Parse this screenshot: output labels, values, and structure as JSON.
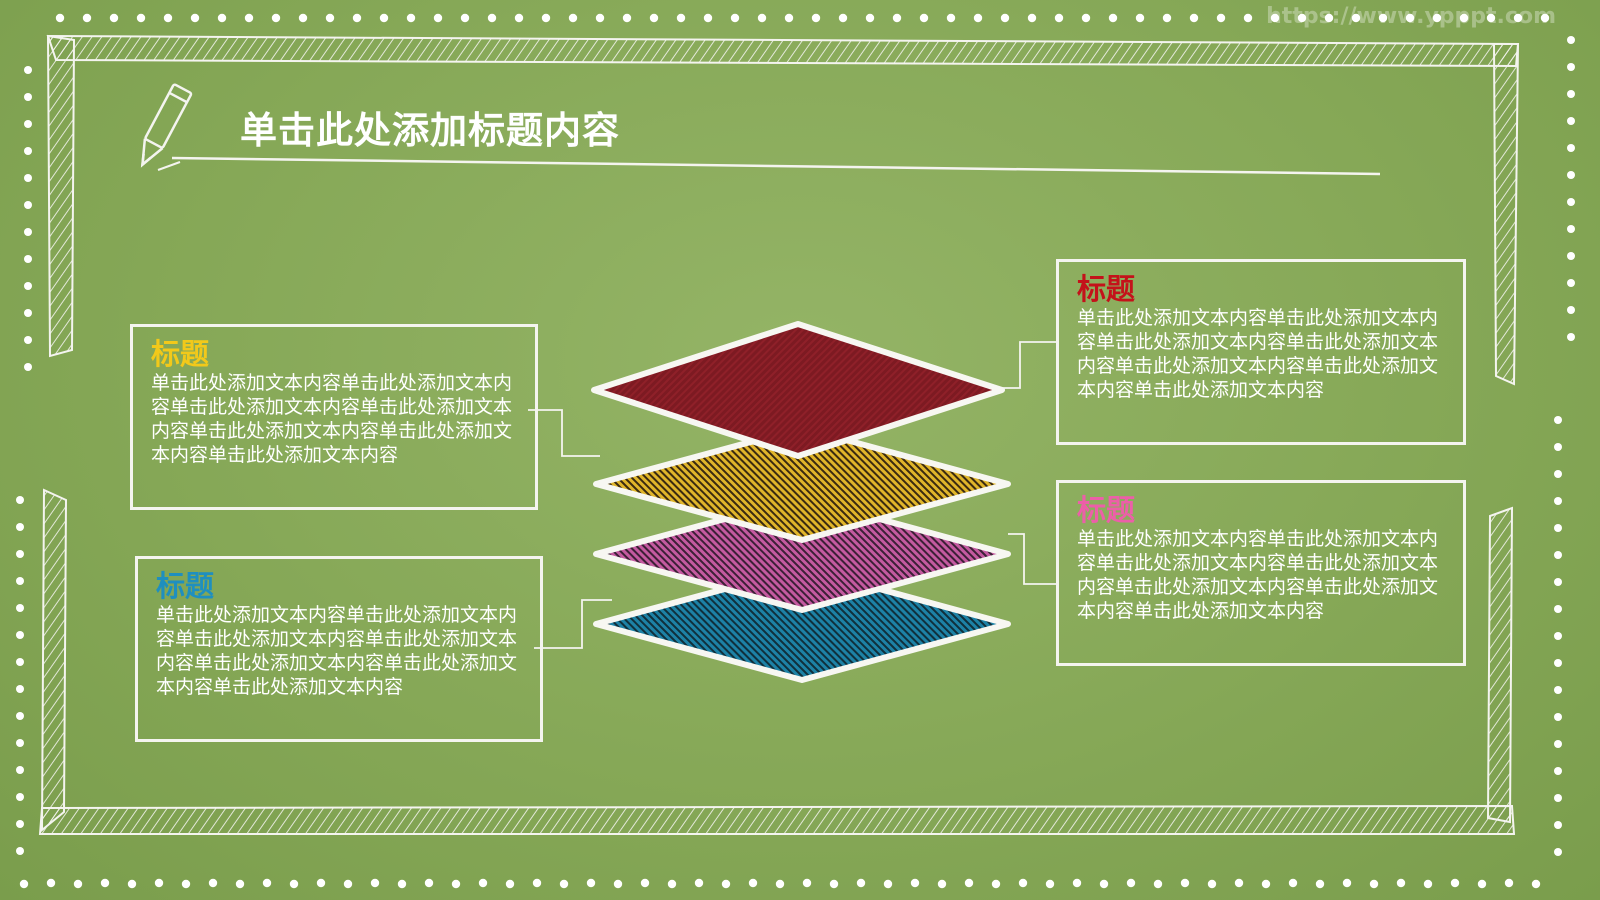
{
  "slide": {
    "title": "单击此处添加标题内容",
    "watermark": "https://www.ypppt.com"
  },
  "boxes": [
    {
      "id": "top-left",
      "heading": "标题",
      "heading_color": "#f2c91a",
      "body": "单击此处添加文本内容单击此处添加文本内容单击此处添加文本内容单击此处添加文本内容单击此处添加文本内容单击此处添加文本内容单击此处添加文本内容"
    },
    {
      "id": "bottom-left",
      "heading": "标题",
      "heading_color": "#1f8fbf",
      "body": "单击此处添加文本内容单击此处添加文本内容单击此处添加文本内容单击此处添加文本内容单击此处添加文本内容单击此处添加文本内容单击此处添加文本内容"
    },
    {
      "id": "top-right",
      "heading": "标题",
      "heading_color": "#c4121a",
      "body": "单击此处添加文本内容单击此处添加文本内容单击此处添加文本内容单击此处添加文本内容单击此处添加文本内容单击此处添加文本内容单击此处添加文本内容"
    },
    {
      "id": "bottom-right",
      "heading": "标题",
      "heading_color": "#ec5fa8",
      "body": "单击此处添加文本内容单击此处添加文本内容单击此处添加文本内容单击此处添加文本内容单击此处添加文本内容单击此处添加文本内容单击此处添加文本内容"
    }
  ],
  "layers": [
    {
      "name": "layer-top",
      "color": "#7d1a22"
    },
    {
      "name": "layer-second",
      "color": "#e0b52a"
    },
    {
      "name": "layer-third",
      "color": "#c45aa0"
    },
    {
      "name": "layer-bottom",
      "color": "#1d82a6"
    }
  ],
  "theme": {
    "chalkboard": "#86a857",
    "chalk": "#f4f4ef"
  }
}
